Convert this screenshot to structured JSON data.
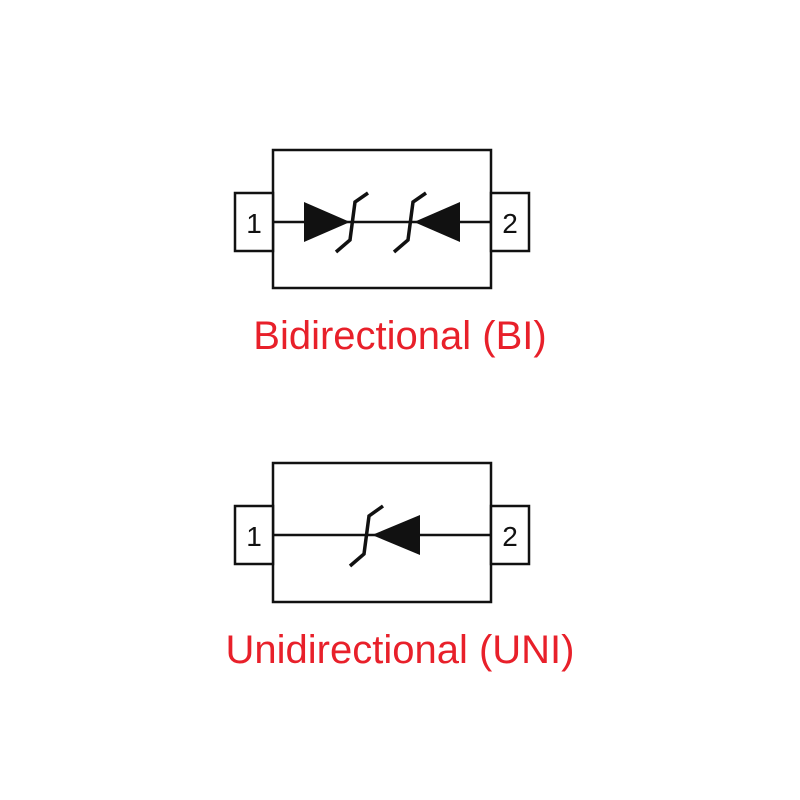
{
  "colors": {
    "stroke": "#111111",
    "caption": "#e8202a",
    "background": "#ffffff"
  },
  "diagrams": [
    {
      "type": "bidirectional",
      "pin_left": "1",
      "pin_right": "2",
      "caption": "Bidirectional (BI)"
    },
    {
      "type": "unidirectional",
      "pin_left": "1",
      "pin_right": "2",
      "caption": "Unidirectional (UNI)"
    }
  ]
}
